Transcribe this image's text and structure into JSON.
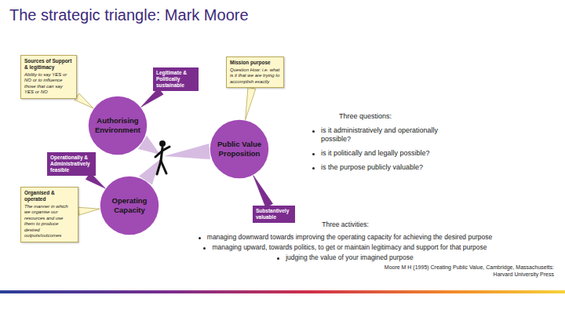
{
  "diagram": {
    "title": "The strategic triangle: Mark Moore",
    "nodes": [
      {
        "text": [
          "Sources of Support & legitimacy",
          "Ability to say YES or NO or to influence those that can say YES or NO"
        ]
      },
      {
        "text": [
          "Legitimate & Politically sustainable"
        ]
      },
      {
        "text": [
          "Authorising Environment"
        ]
      },
      {
        "text": [
          "Mission purpose",
          "Question How: i.e. what is it that we are trying to accomplish exactly"
        ]
      },
      {
        "text": [
          "Public Value Proposition"
        ]
      },
      {
        "text": [
          "Operationally & Administratively feasible"
        ]
      },
      {
        "text": [
          "Organised & operated",
          "The manner in which we organise our resources and use them to produce desired outputs/outcomes"
        ]
      },
      {
        "text": [
          "Operating Capacity"
        ]
      },
      {
        "text": [
          "Substantively valuable"
        ]
      }
    ],
    "edges": [
      {
        "from": 0,
        "to": 2,
        "arrow": "none"
      },
      {
        "from": 1,
        "to": 2,
        "arrow": "none"
      },
      {
        "from": 3,
        "to": 4,
        "arrow": "none"
      },
      {
        "from": 5,
        "to": 7,
        "arrow": "none"
      },
      {
        "from": 6,
        "to": 7,
        "arrow": "none"
      },
      {
        "from": 8,
        "to": 4,
        "arrow": "none"
      }
    ],
    "labels": [
      "Three questions:",
      "is it administratively and operationally possible?",
      "is it politically and legally possible?",
      "is the purpose publicly valuable?",
      "Three activities:",
      "managing downward towards improving the operating capacity for achieving the desired purpose",
      "managing upward, towards politics, to get or maintain legitimacy and support for that purpose",
      "judging the value of your imagined purpose",
      "Moore M H (1995) Creating Public Value, Cambridge, Massachusetts: Harvard University Press"
    ]
  }
}
